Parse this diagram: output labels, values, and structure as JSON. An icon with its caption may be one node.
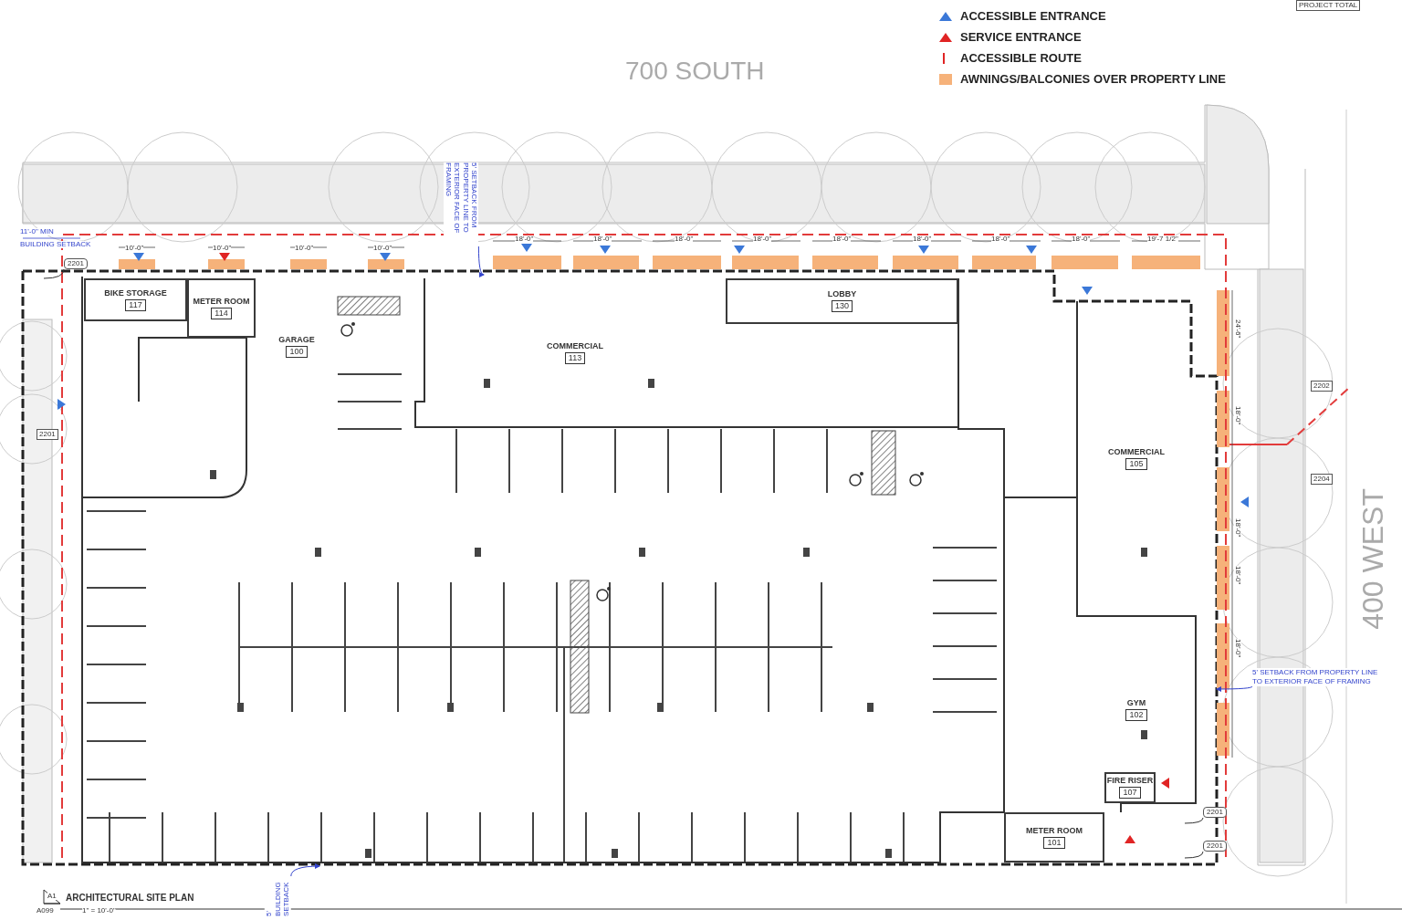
{
  "diagram": {
    "title": "ARCHITECTURAL SITE PLAN",
    "nodes": [
      {
        "text": [
          "BIKE STORAGE",
          "117"
        ]
      },
      {
        "text": [
          "METER ROOM",
          "114"
        ]
      },
      {
        "text": [
          "GARAGE",
          "100"
        ]
      },
      {
        "text": [
          "COMMERCIAL",
          "113"
        ]
      },
      {
        "text": [
          "LOBBY",
          "130"
        ]
      },
      {
        "text": [
          "COMMERCIAL",
          "105"
        ]
      },
      {
        "text": [
          "GYM",
          "102"
        ]
      },
      {
        "text": [
          "FIRE RISER",
          "107"
        ]
      },
      {
        "text": [
          "METER ROOM",
          "101"
        ]
      },
      {
        "text": [
          "5' SETBACK FROM PROPERTY LINE TO EXTERIOR FACE OF FRAMING"
        ]
      },
      {
        "text": [
          "5' SETBACK FROM PROPERTY LINE TO EXTERIOR FACE OF FRAMING"
        ]
      },
      {
        "text": [
          "5' BUILDING SETBACK"
        ]
      },
      {
        "text": [
          "2201"
        ]
      },
      {
        "text": [
          "2201"
        ]
      },
      {
        "text": [
          "2201"
        ]
      }
    ],
    "edges": [
      {
        "from": 9,
        "to": null,
        "arrow": "to",
        "color": "#3344cc"
      },
      {
        "from": 10,
        "to": null,
        "arrow": "to",
        "color": "#3344cc"
      },
      {
        "from": 11,
        "to": null,
        "arrow": "to",
        "color": "#3344cc"
      },
      {
        "from": 12,
        "to": null,
        "arrow": "none",
        "color": "#333333"
      },
      {
        "from": 13,
        "to": null,
        "arrow": "none",
        "color": "#333333"
      },
      {
        "from": 14,
        "to": null,
        "arrow": "none",
        "color": "#333333"
      }
    ],
    "labels": [
      "PROJECT TOTAL",
      "700 SOUTH",
      "11'-0\" MIN",
      "BUILDING SETBACK",
      "10'-0\"",
      "10'-0\"",
      "10'-0\"",
      "10'-0\"",
      "18'-0\"",
      "18'-0\"",
      "18'-0\"",
      "18'-0\"",
      "18'-0\"",
      "18'-0\"",
      "18'-0\"",
      "18'-0\"",
      "19'-7 1/2\"",
      "2201",
      "2202",
      "2204",
      "24'-6\"",
      "18'-0\"",
      "18'-0\"",
      "18'-0\"",
      "18'-0\"",
      "400 WEST",
      "A1",
      "A099",
      "1\" = 10'-0\""
    ],
    "legend": [
      {
        "text": "ACCESSIBLE ENTRANCE"
      },
      {
        "text": "SERVICE ENTRANCE"
      },
      {
        "text": "ACCESSIBLE ROUTE"
      },
      {
        "text": "AWNINGS/BALCONIES OVER PROPERTY LINE",
        "color": "#f6b27a"
      }
    ]
  }
}
